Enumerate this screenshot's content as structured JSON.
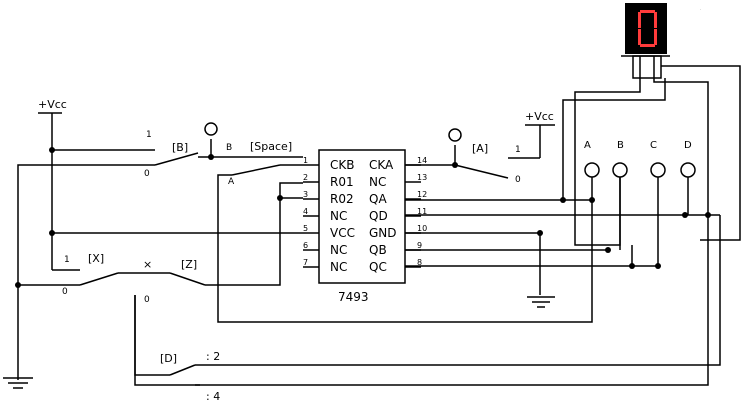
{
  "display": {
    "digit": "0",
    "segment_color": "#ff3b3b",
    "background": "#000000"
  },
  "power": {
    "vcc_left": "+Vcc",
    "vcc_right": "+Vcc"
  },
  "switches": {
    "b_key": "[B]",
    "b_pos1": "1",
    "b_pos0": "0",
    "b_out": "B",
    "space_key": "[Space]",
    "space_pos": "A",
    "a_key": "[A]",
    "a_pos1": "1",
    "a_pos0": "0",
    "x_key": "[X]",
    "x_pos1": "1",
    "x_pos0": "0",
    "x_mark": "×",
    "z_key": "[Z]",
    "z_pos0": "0",
    "d_key": "[D]",
    "d_opt2": ": 2",
    "d_opt4": ": 4"
  },
  "chip": {
    "name": "7493",
    "left_pins": [
      {
        "num": "1",
        "label": "CKB"
      },
      {
        "num": "2",
        "label": "R01"
      },
      {
        "num": "3",
        "label": "R02"
      },
      {
        "num": "4",
        "label": "NC"
      },
      {
        "num": "5",
        "label": "VCC"
      },
      {
        "num": "6",
        "label": "NC"
      },
      {
        "num": "7",
        "label": "NC"
      }
    ],
    "right_pins": [
      {
        "num": "14",
        "label": "CKA"
      },
      {
        "num": "13",
        "label": "NC"
      },
      {
        "num": "12",
        "label": "QA"
      },
      {
        "num": "11",
        "label": "QD"
      },
      {
        "num": "10",
        "label": "GND"
      },
      {
        "num": "9",
        "label": "QB"
      },
      {
        "num": "8",
        "label": "QC"
      }
    ]
  },
  "probes": {
    "a": "A",
    "b": "B",
    "c": "C",
    "d": "D"
  }
}
